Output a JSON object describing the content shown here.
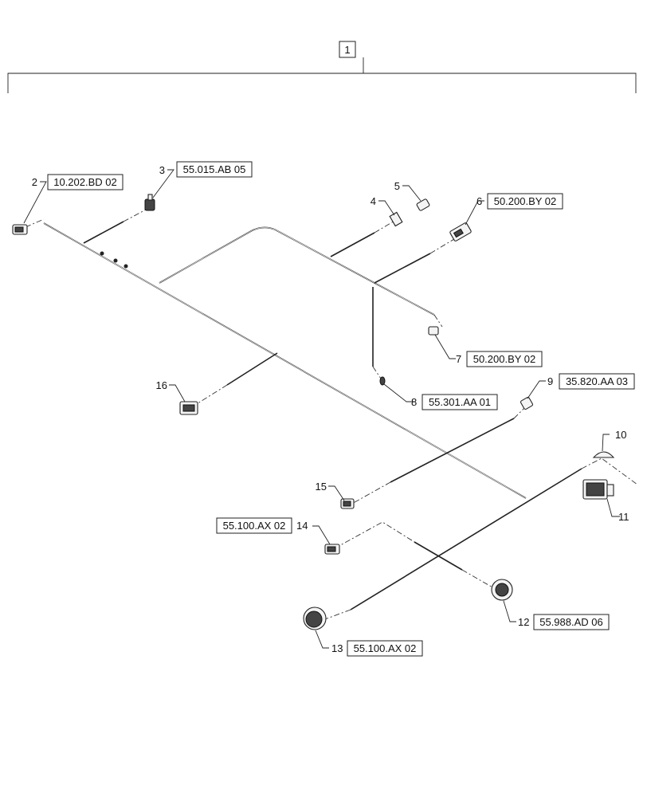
{
  "assembly": {
    "item": "1"
  },
  "callouts": [
    {
      "id": "c2",
      "number": "2",
      "ref": "10.202.BD 02"
    },
    {
      "id": "c3",
      "number": "3",
      "ref": "55.015.AB 05"
    },
    {
      "id": "c4",
      "number": "4",
      "ref": ""
    },
    {
      "id": "c5",
      "number": "5",
      "ref": ""
    },
    {
      "id": "c6",
      "number": "6",
      "ref": "50.200.BY 02"
    },
    {
      "id": "c7",
      "number": "7",
      "ref": "50.200.BY 02"
    },
    {
      "id": "c8",
      "number": "8",
      "ref": "55.301.AA 01"
    },
    {
      "id": "c9",
      "number": "9",
      "ref": "35.820.AA 03"
    },
    {
      "id": "c10",
      "number": "10",
      "ref": ""
    },
    {
      "id": "c11",
      "number": "11",
      "ref": ""
    },
    {
      "id": "c12",
      "number": "12",
      "ref": "55.988.AD 06"
    },
    {
      "id": "c13",
      "number": "13",
      "ref": "55.100.AX 02"
    },
    {
      "id": "c14",
      "number": "14",
      "ref": "55.100.AX 02"
    },
    {
      "id": "c15",
      "number": "15",
      "ref": ""
    },
    {
      "id": "c16",
      "number": "16",
      "ref": ""
    }
  ]
}
